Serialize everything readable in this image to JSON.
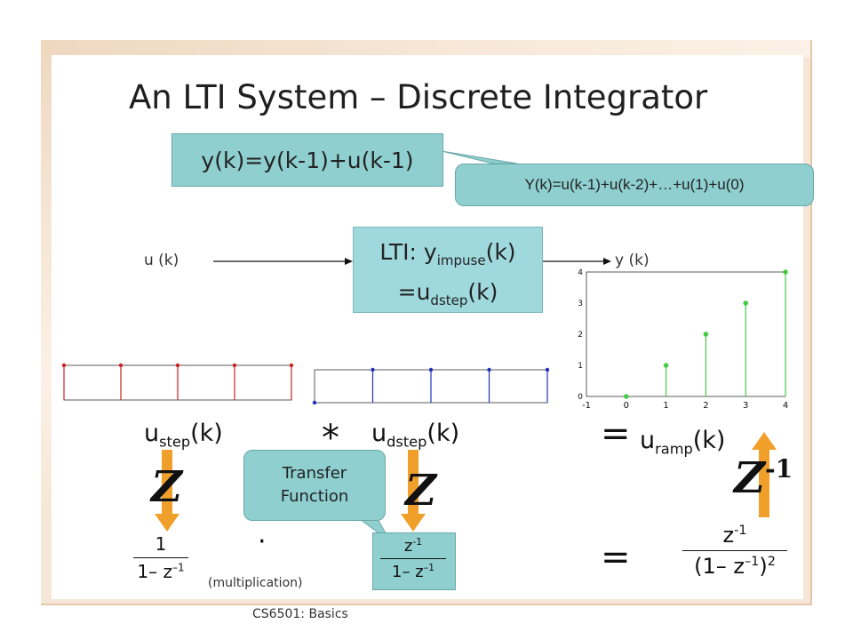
{
  "slide": {
    "title": "An LTI System – Discrete Integrator",
    "footer": "CS6501: Basics"
  },
  "difference_equation": "y(k)=y(k-1)+u(k-1)",
  "callout_expansion": "Y(k)=u(k-1)+u(k-2)+…+u(1)+u(0)",
  "lti_block": {
    "line1_prefix": "LTI: y",
    "line1_sub": "impuse",
    "line1_suffix": "(k)",
    "line2_prefix": "=u",
    "line2_sub": "dstep",
    "line2_suffix": "(k)"
  },
  "signals": {
    "input_label": "u (k)",
    "output_label": "y (k)"
  },
  "convolution": {
    "left_prefix": "u",
    "left_sub": "step",
    "left_suffix": "(k)",
    "star": "*",
    "mid_prefix": "u",
    "mid_sub": "dstep",
    "mid_suffix": "(k)",
    "equals": "=",
    "right_prefix": "u",
    "right_sub": "ramp",
    "right_suffix": "(k)"
  },
  "transforms": {
    "z_left": "Z",
    "z_mid": "Z",
    "z_inverse": "Z",
    "z_inverse_sup": "-1",
    "dot": "·",
    "multiplication_note": "(multiplication)",
    "equals2": "=",
    "bubble_line1": "Transfer",
    "bubble_line2": "Function",
    "frac_left_num": "1",
    "frac_left_den_a": "1– z",
    "frac_left_den_sup": "–1",
    "frac_mid_num": "z",
    "frac_mid_num_sup": "-1",
    "frac_mid_den_a": "1– z",
    "frac_mid_den_sup": "–1",
    "frac_right_num": "z",
    "frac_right_num_sup": "-1",
    "frac_right_den_a": "(1– z",
    "frac_right_den_sup": "–1",
    "frac_right_den_b": ")",
    "frac_right_den_sup2": "2"
  },
  "colors": {
    "teal_box": "#8fcfcf",
    "arrow_orange": "#f0a02a",
    "step_red": "#cc2222",
    "dstep_blue": "#2233bb",
    "ramp_green": "#44cc44"
  },
  "chart_data": [
    {
      "type": "scatter",
      "name_hint": "step",
      "x": [
        0,
        1,
        2,
        3,
        4
      ],
      "y": [
        1,
        1,
        1,
        1,
        1
      ],
      "ylim": [
        0,
        1
      ],
      "xlim": [
        0,
        4
      ]
    },
    {
      "type": "scatter",
      "name_hint": "dstep",
      "x": [
        0,
        1,
        2,
        3,
        4
      ],
      "y": [
        0,
        1,
        1,
        1,
        1
      ],
      "ylim": [
        0,
        1
      ],
      "xlim": [
        0,
        4
      ]
    },
    {
      "type": "scatter",
      "name_hint": "ramp",
      "x": [
        0,
        1,
        2,
        3,
        4
      ],
      "y": [
        0,
        1,
        2,
        3,
        4
      ],
      "xlim": [
        -1,
        4
      ],
      "ylim": [
        0,
        4
      ],
      "xticks": [
        "-1",
        "0",
        "1",
        "2",
        "3",
        "4"
      ],
      "yticks": [
        "0",
        "1",
        "2",
        "3",
        "4"
      ]
    }
  ]
}
